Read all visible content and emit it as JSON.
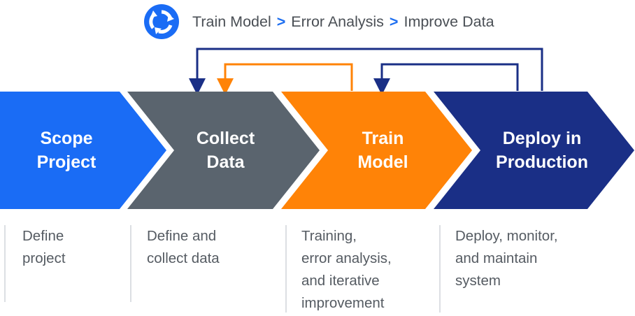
{
  "header": {
    "icon": "cycle-arrows-icon",
    "steps": [
      "Train Model",
      "Error Analysis",
      "Improve Data"
    ],
    "separator": ">"
  },
  "stages": [
    {
      "label": "Scope\nProject",
      "color": "#1a6cf5",
      "description": "Define\nproject"
    },
    {
      "label": "Collect\nData",
      "color": "#5a646e",
      "description": "Define and\ncollect data"
    },
    {
      "label": "Train\nModel",
      "color": "#ff8307",
      "description": "Training,\nerror analysis,\nand iterative\nimprovement"
    },
    {
      "label": "Deploy in\nProduction",
      "color": "#1a2f86",
      "description": "Deploy, monitor,\nand maintain\nsystem"
    }
  ],
  "colors": {
    "accent_blue": "#1a6cf5",
    "loop_orange": "#ff8307",
    "loop_navy": "#1a2f86",
    "text": "#555b62"
  }
}
